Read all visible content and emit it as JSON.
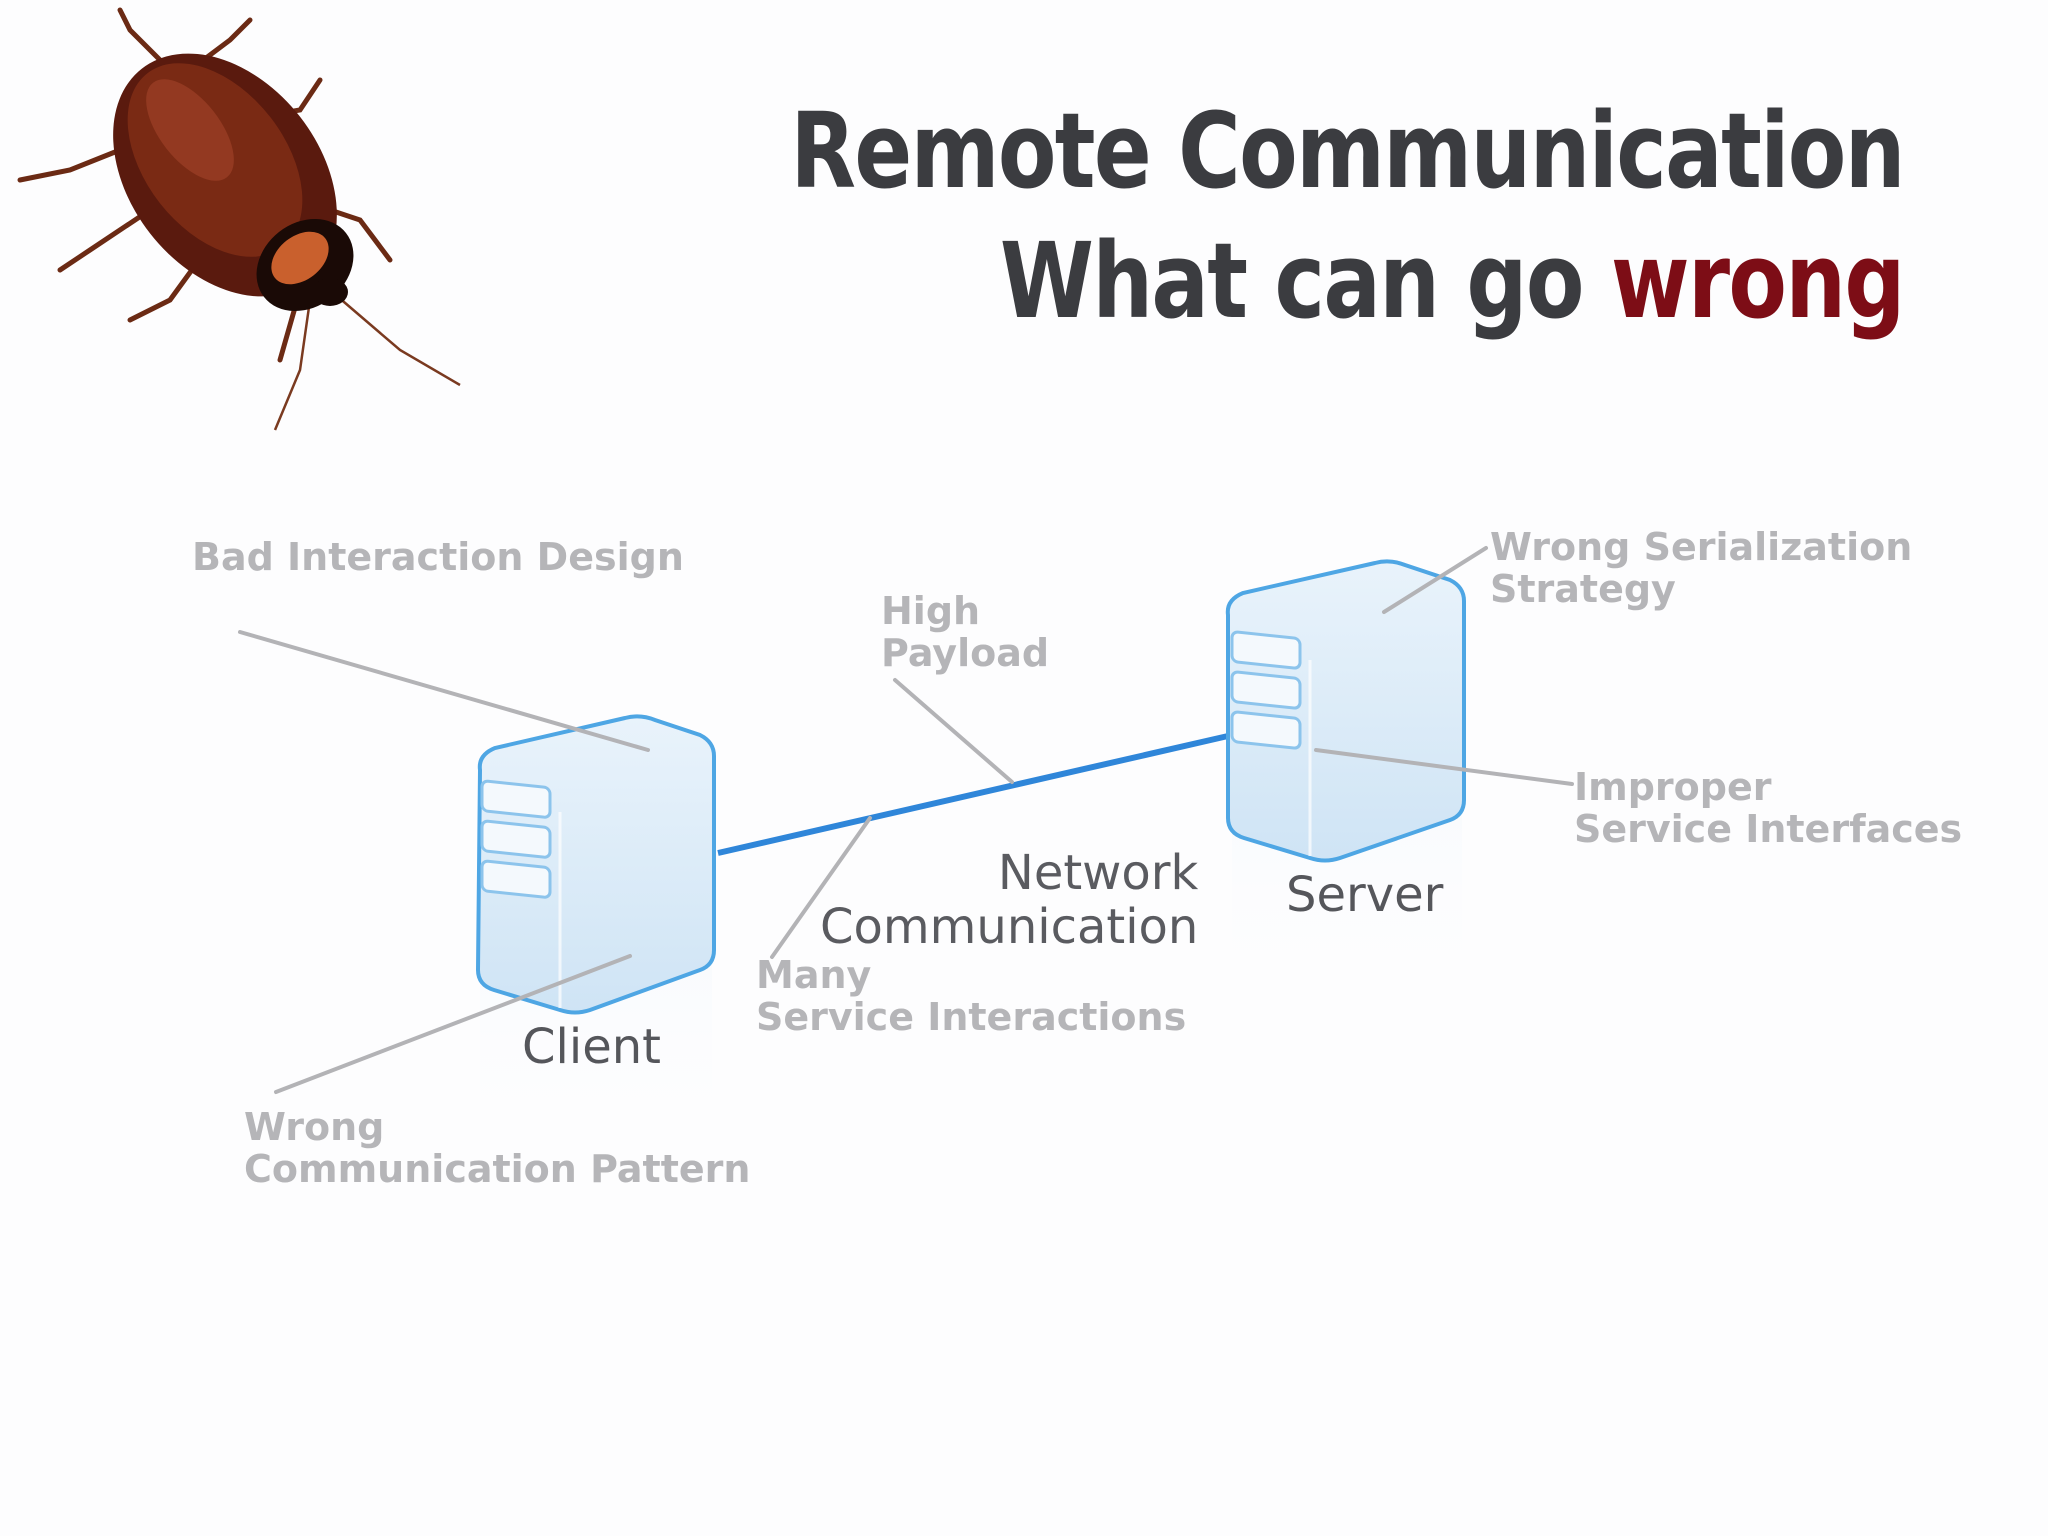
{
  "title": {
    "line1": "Remote Communication",
    "line2_prefix": "What can go ",
    "line2_accent": "wrong"
  },
  "colors": {
    "title": "#3b3c40",
    "accent": "#7d0d16",
    "connection": "#2f86d9",
    "annotation": "#b5b5b8",
    "server_fill": "#dcebf7",
    "server_stroke": "#4ea6e4"
  },
  "nodes": {
    "client_label": "Client",
    "server_label": "Server"
  },
  "connection": {
    "label_line1": "Network",
    "label_line2": "Communication"
  },
  "annotations": {
    "bad_interaction_design": "Bad Interaction Design",
    "high_payload": [
      "High",
      "Payload"
    ],
    "wrong_serialization": [
      "Wrong Serialization",
      "Strategy"
    ],
    "improper_interfaces": [
      "Improper",
      "Service Interfaces"
    ],
    "many_interactions": [
      "Many",
      "Service Interactions"
    ],
    "wrong_pattern": [
      "Wrong",
      "Communication Pattern"
    ]
  },
  "images": {
    "bug": "cockroach-illustration"
  }
}
